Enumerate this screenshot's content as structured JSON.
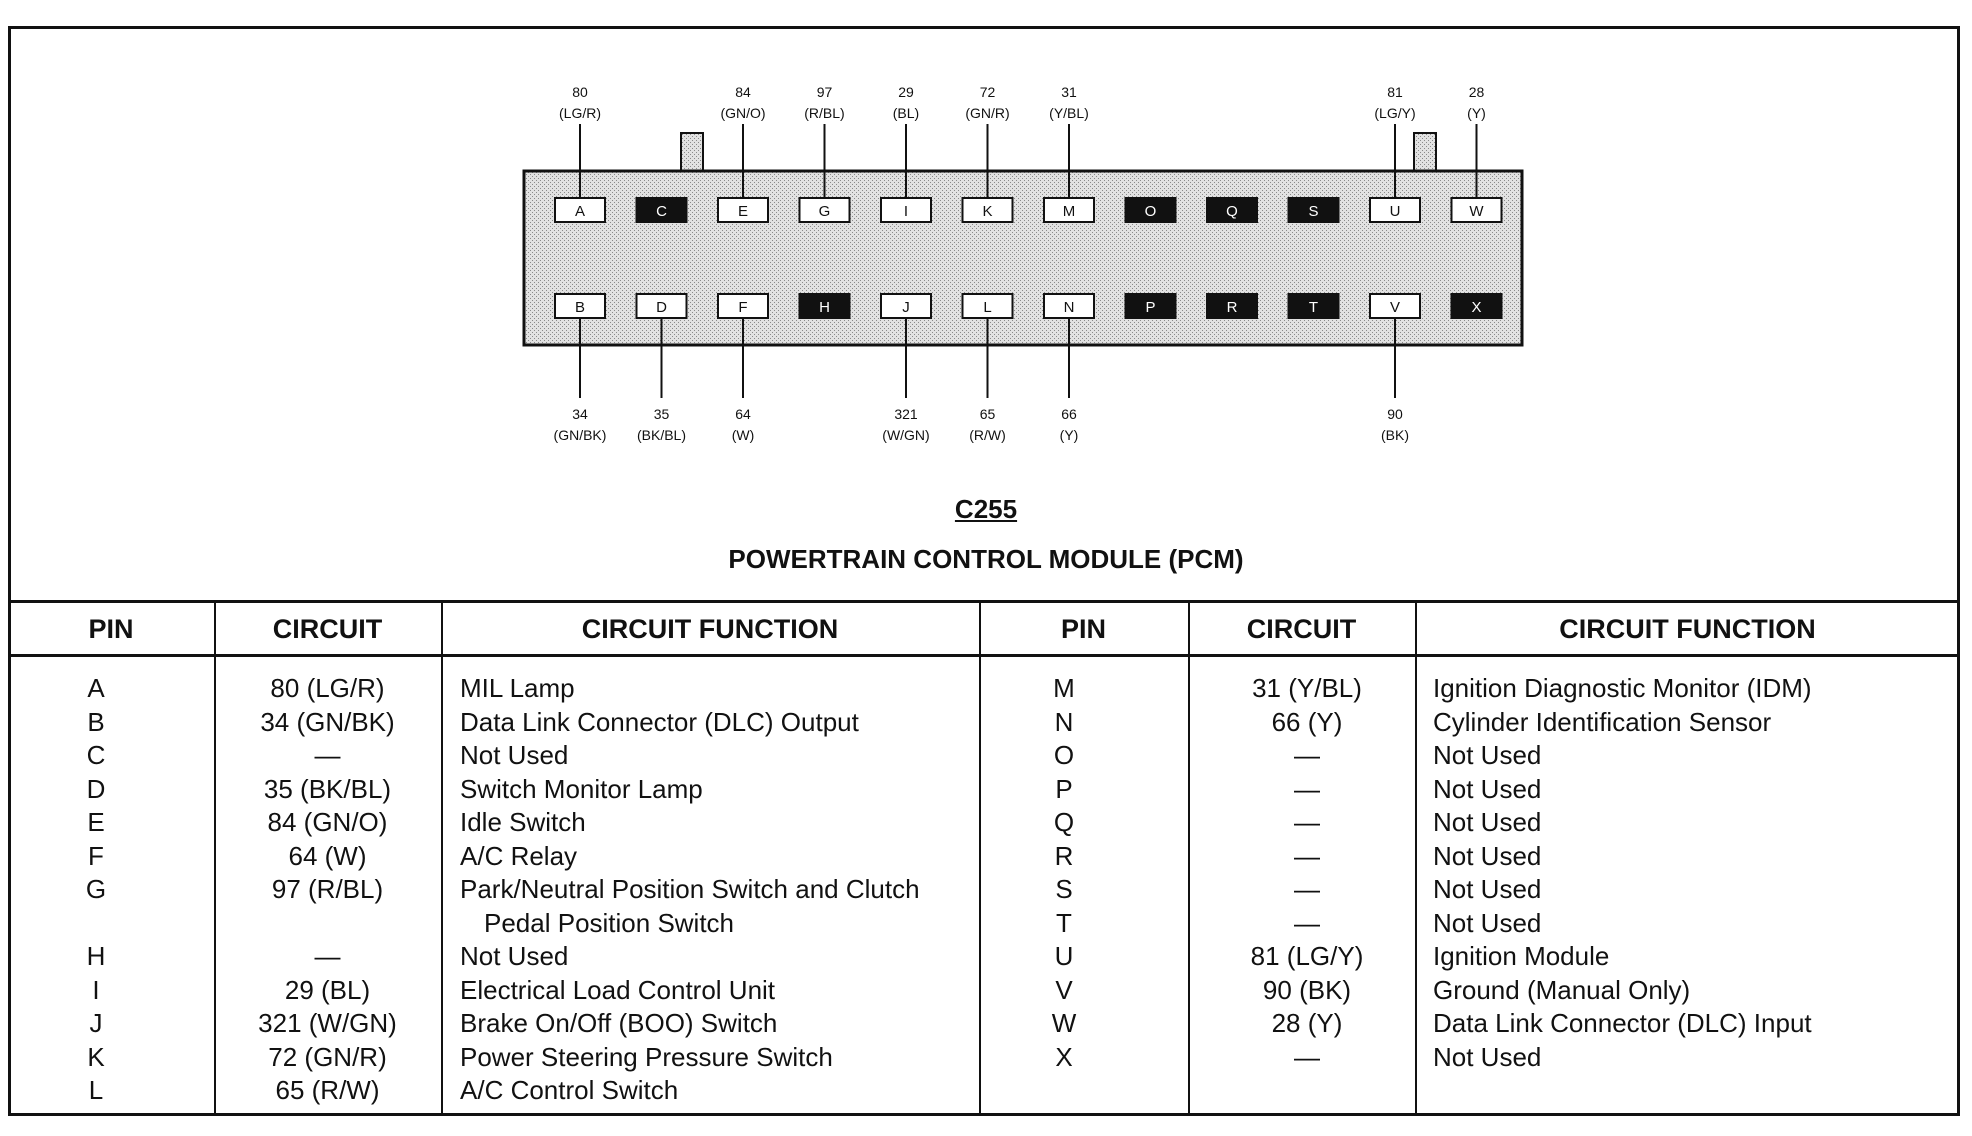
{
  "connector": {
    "title": "C255",
    "subtitle": "POWERTRAIN CONTROL MODULE (PCM)",
    "top_row": [
      "A",
      "C",
      "E",
      "G",
      "I",
      "K",
      "M",
      "O",
      "Q",
      "S",
      "U",
      "W"
    ],
    "bottom_row": [
      "B",
      "D",
      "F",
      "H",
      "J",
      "L",
      "N",
      "P",
      "R",
      "T",
      "V",
      "X"
    ],
    "filled_pins": [
      "C",
      "H",
      "O",
      "P",
      "Q",
      "R",
      "S",
      "T",
      "X"
    ],
    "top_callouts": [
      {
        "pin": "A",
        "num": "80",
        "color": "(LG/R)"
      },
      {
        "pin": "E",
        "num": "84",
        "color": "(GN/O)"
      },
      {
        "pin": "G",
        "num": "97",
        "color": "(R/BL)"
      },
      {
        "pin": "I",
        "num": "29",
        "color": "(BL)"
      },
      {
        "pin": "K",
        "num": "72",
        "color": "(GN/R)"
      },
      {
        "pin": "M",
        "num": "31",
        "color": "(Y/BL)"
      },
      {
        "pin": "U",
        "num": "81",
        "color": "(LG/Y)"
      },
      {
        "pin": "W",
        "num": "28",
        "color": "(Y)"
      }
    ],
    "bottom_callouts": [
      {
        "pin": "B",
        "num": "34",
        "color": "(GN/BK)"
      },
      {
        "pin": "D",
        "num": "35",
        "color": "(BK/BL)"
      },
      {
        "pin": "F",
        "num": "64",
        "color": "(W)"
      },
      {
        "pin": "J",
        "num": "321",
        "color": "(W/GN)"
      },
      {
        "pin": "L",
        "num": "65",
        "color": "(R/W)"
      },
      {
        "pin": "N",
        "num": "66",
        "color": "(Y)"
      },
      {
        "pin": "V",
        "num": "90",
        "color": "(BK)"
      }
    ]
  },
  "table": {
    "headers": [
      "PIN",
      "CIRCUIT",
      "CIRCUIT FUNCTION",
      "PIN",
      "CIRCUIT",
      "CIRCUIT FUNCTION"
    ],
    "left": [
      {
        "pin": "A",
        "circuit": "80 (LG/R)",
        "function": "MIL Lamp"
      },
      {
        "pin": "B",
        "circuit": "34 (GN/BK)",
        "function": "Data Link Connector (DLC) Output"
      },
      {
        "pin": "C",
        "circuit": "—",
        "function": "Not Used"
      },
      {
        "pin": "D",
        "circuit": "35 (BK/BL)",
        "function": "Switch Monitor Lamp"
      },
      {
        "pin": "E",
        "circuit": "84 (GN/O)",
        "function": "Idle Switch"
      },
      {
        "pin": "F",
        "circuit": "64 (W)",
        "function": "A/C Relay"
      },
      {
        "pin": "G",
        "circuit": "97 (R/BL)",
        "function": "Park/Neutral Position Switch and Clutch"
      },
      {
        "pin": "",
        "circuit": "",
        "function": "Pedal Position Switch",
        "indent": true
      },
      {
        "pin": "H",
        "circuit": "—",
        "function": "Not Used"
      },
      {
        "pin": "I",
        "circuit": "29 (BL)",
        "function": "Electrical Load Control Unit"
      },
      {
        "pin": "J",
        "circuit": "321 (W/GN)",
        "function": "Brake On/Off (BOO) Switch"
      },
      {
        "pin": "K",
        "circuit": "72 (GN/R)",
        "function": "Power Steering Pressure Switch"
      },
      {
        "pin": "L",
        "circuit": "65 (R/W)",
        "function": "A/C Control Switch"
      }
    ],
    "right": [
      {
        "pin": "M",
        "circuit": "31 (Y/BL)",
        "function": "Ignition Diagnostic Monitor (IDM)"
      },
      {
        "pin": "N",
        "circuit": "66 (Y)",
        "function": "Cylinder Identification Sensor"
      },
      {
        "pin": "O",
        "circuit": "—",
        "function": "Not Used"
      },
      {
        "pin": "P",
        "circuit": "—",
        "function": "Not Used"
      },
      {
        "pin": "Q",
        "circuit": "—",
        "function": "Not Used"
      },
      {
        "pin": "R",
        "circuit": "—",
        "function": "Not Used"
      },
      {
        "pin": "S",
        "circuit": "—",
        "function": "Not Used"
      },
      {
        "pin": "T",
        "circuit": "—",
        "function": "Not Used"
      },
      {
        "pin": "U",
        "circuit": "81 (LG/Y)",
        "function": "Ignition Module"
      },
      {
        "pin": "V",
        "circuit": "90 (BK)",
        "function": "Ground (Manual Only)"
      },
      {
        "pin": "W",
        "circuit": "28 (Y)",
        "function": "Data Link Connector (DLC) Input"
      },
      {
        "pin": "X",
        "circuit": "—",
        "function": "Not Used"
      }
    ]
  }
}
